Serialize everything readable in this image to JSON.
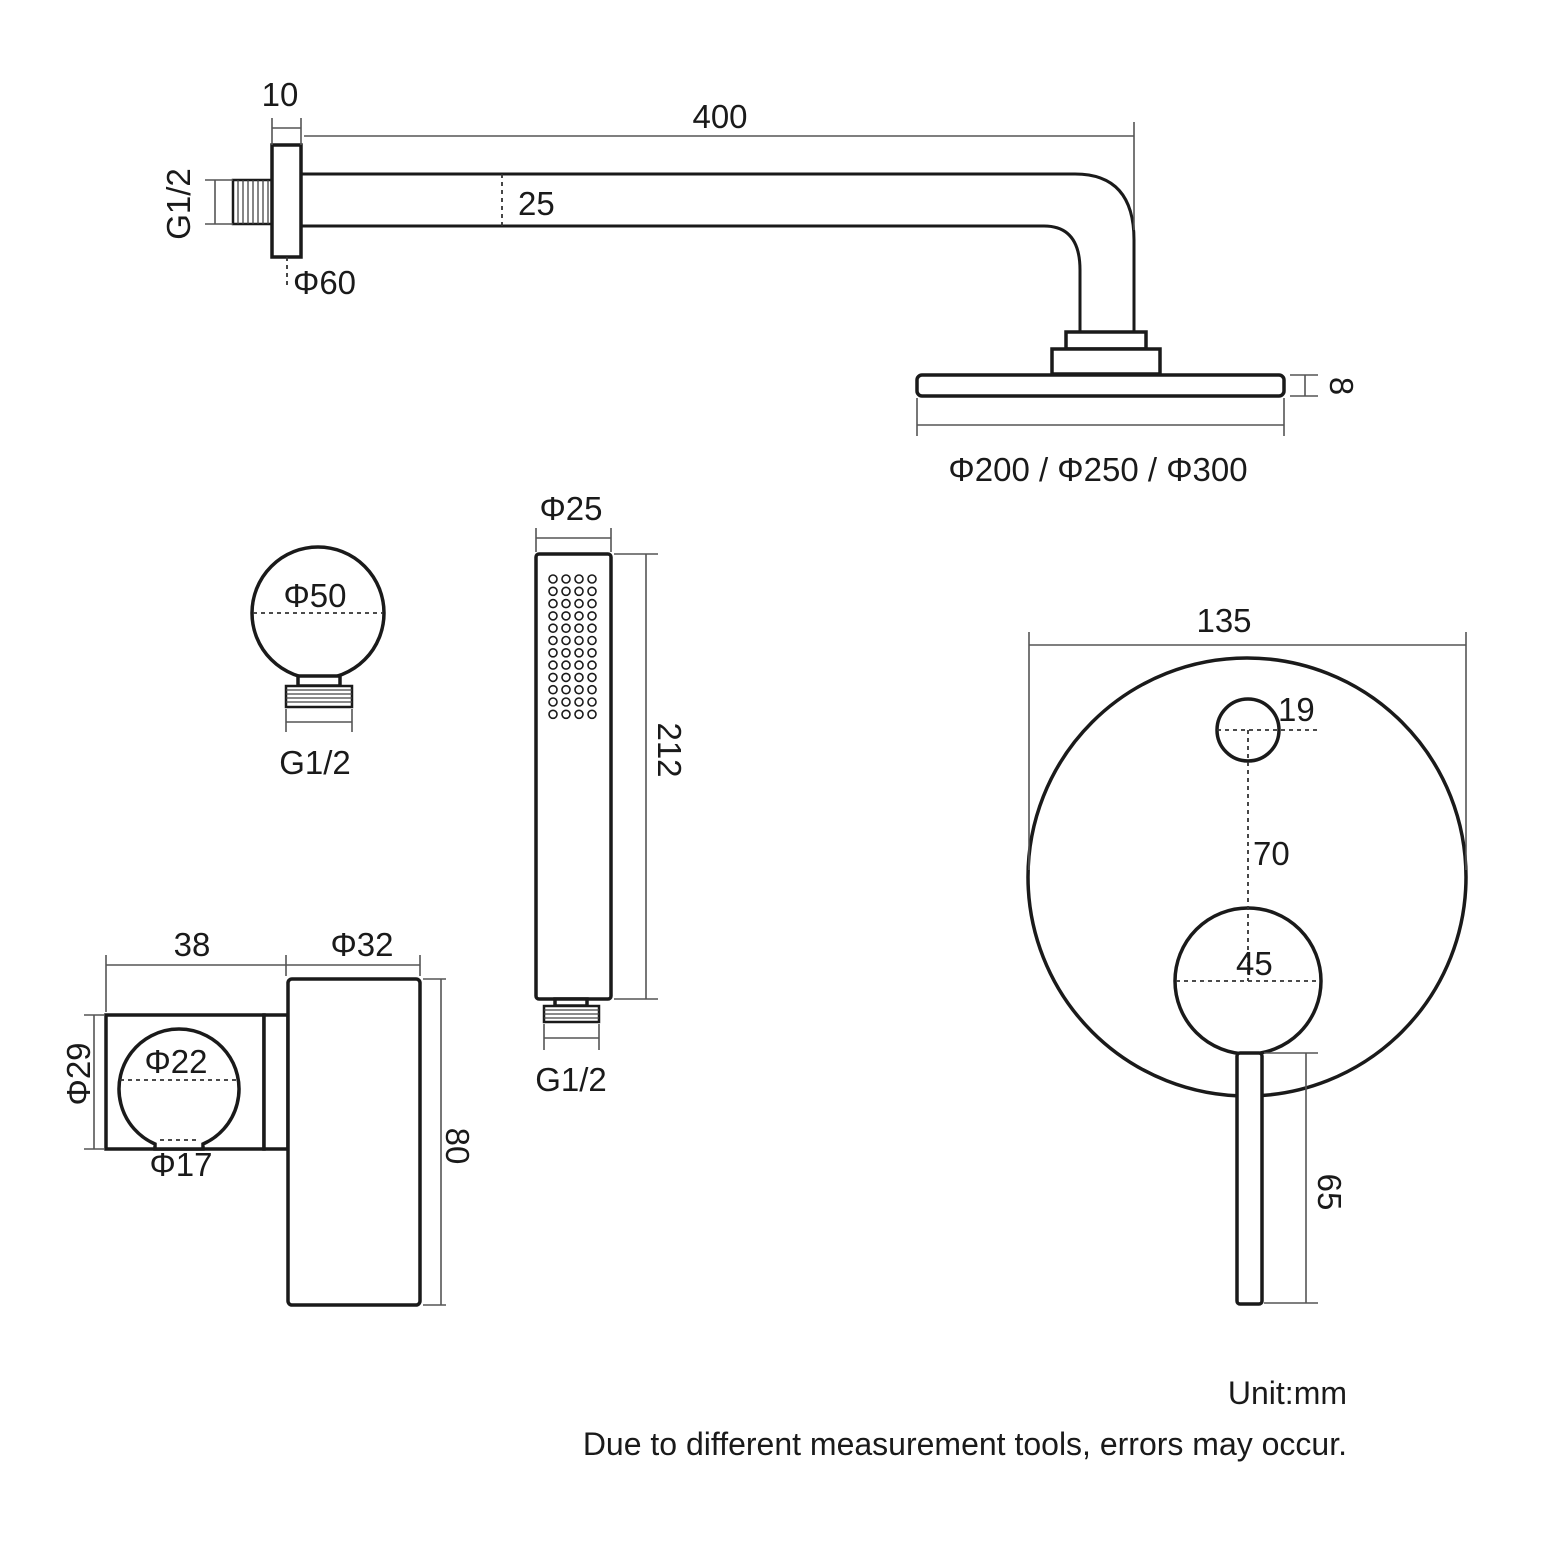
{
  "shower_arm": {
    "flange_thickness": "10",
    "arm_length": "400",
    "arm_diameter": "25",
    "inlet_thread": "G1/2",
    "flange_diameter": "Φ60"
  },
  "rain_head": {
    "thickness": "8",
    "diameters": "Φ200 / Φ250 / Φ300"
  },
  "wall_elbow": {
    "diameter": "Φ50",
    "thread": "G1/2"
  },
  "hand_shower": {
    "diameter": "Φ25",
    "length": "212",
    "thread": "G1/2"
  },
  "mixer_plate": {
    "width": "135",
    "diverter_diameter": "19",
    "center_distance": "70",
    "handle_diameter": "45",
    "lever_length": "65"
  },
  "holder": {
    "depth": "38",
    "base_diameter": "Φ32",
    "outer_diameter": "Φ29",
    "ring_diameter": "Φ22",
    "slot_width": "Φ17",
    "height": "80"
  },
  "notes": {
    "unit": "Unit:mm",
    "disclaimer": "Due to different measurement tools, errors may occur."
  }
}
